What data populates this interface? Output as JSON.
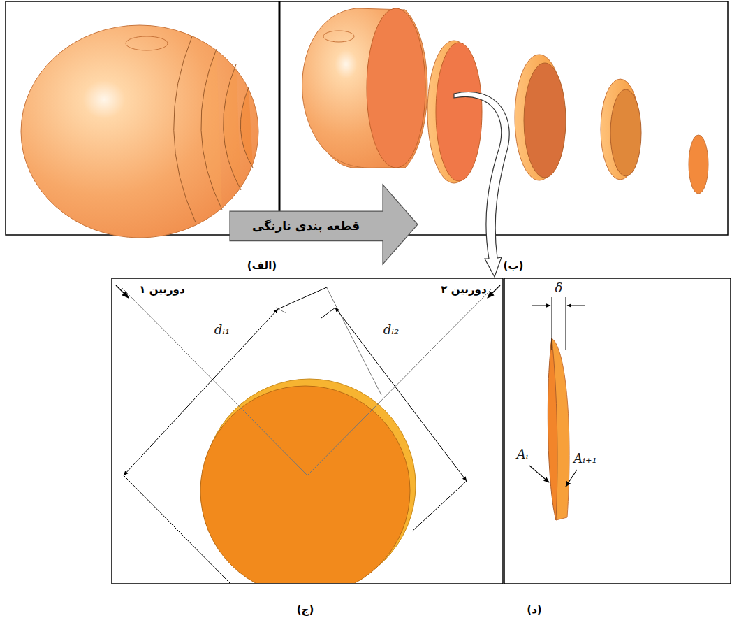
{
  "diagram": {
    "nodes": [
      {
        "text": [
          "قطعه بندی نارنگی"
        ]
      }
    ],
    "labels": [
      "(الف)",
      "(ب)",
      "دوربین ۱",
      "دوربین ۲",
      "dᵢ₁",
      "dᵢ₂",
      "δ",
      "Aᵢ",
      "Aᵢ₊₁",
      "(ج)",
      "(د)"
    ]
  }
}
